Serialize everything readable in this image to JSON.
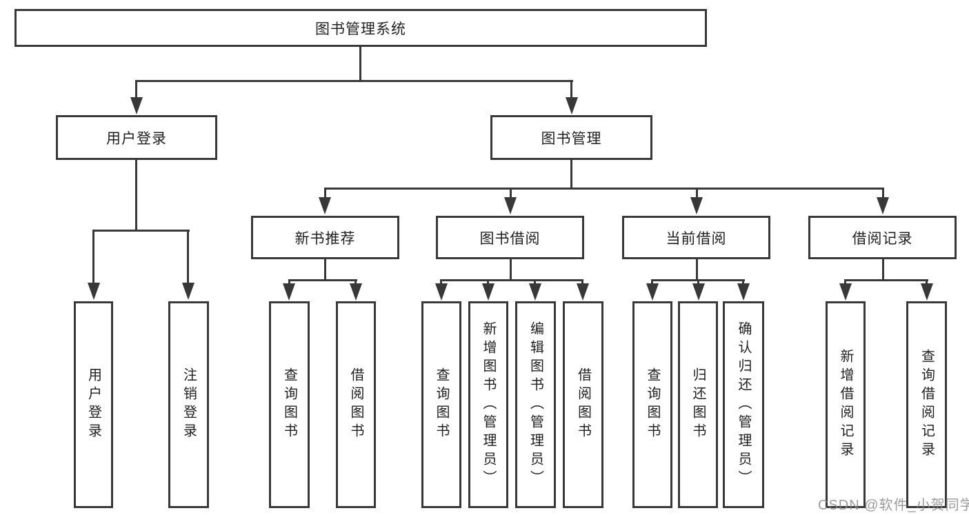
{
  "diagram_title": "图书管理系统",
  "colors": {
    "line": "#383838",
    "text": "#1f1f1f",
    "box_background": "#ffffff",
    "watermark": "#8a8a8a"
  },
  "nodes": {
    "root": "图书管理系统",
    "level2": [
      "用户登录",
      "图书管理"
    ],
    "level3": [
      "新书推荐",
      "图书借阅",
      "当前借阅",
      "借阅记录"
    ],
    "login_leaves": [
      "用户登录",
      "注销登录"
    ],
    "recommend_leaves": [
      "查询图书",
      "借阅图书"
    ],
    "borrow_leaves": [
      "查询图书",
      "新增图书（管理员）",
      "编辑图书（管理员）",
      "借阅图书"
    ],
    "current_leaves": [
      "查询图书",
      "归还图书",
      "确认归还（管理员）"
    ],
    "record_leaves": [
      "新增借阅记录",
      "查询借阅记录"
    ]
  },
  "watermark": "CSDN @软件_小贺同学"
}
